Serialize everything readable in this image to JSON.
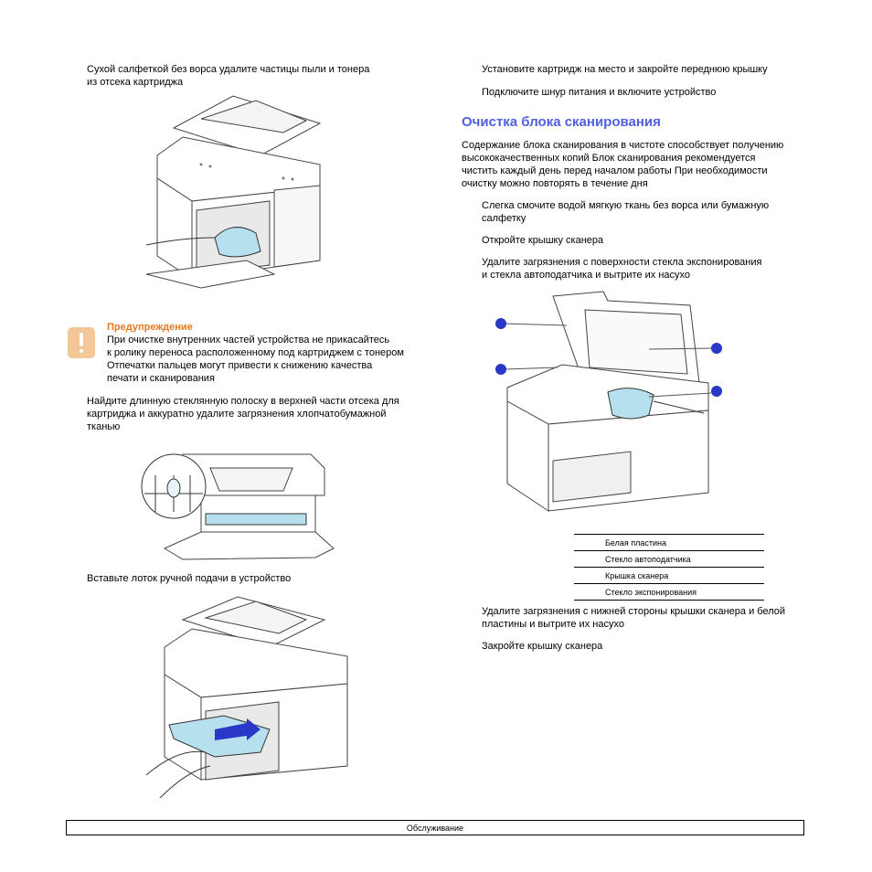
{
  "left": {
    "p1": [
      "Сухой салфеткой без ворса удалите частицы пыли и тонера",
      "из отсека картриджа"
    ],
    "warning": {
      "title": "Предупреждение",
      "lines": [
        "При очистке внутренних частей устройства не прикасайтесь",
        "к ролику переноса  расположенному под картриджем с тонером",
        "Отпечатки пальцев могут привести к снижению качества",
        "печати и сканирования"
      ]
    },
    "p2": [
      "Найдите длинную стеклянную полоску в верхней части отсека для",
      "картриджа и аккуратно удалите загрязнения хлопчатобумажной",
      "тканью"
    ],
    "p3": [
      "Вставьте лоток ручной подачи в устройство"
    ]
  },
  "right": {
    "p1": [
      "Установите картридж на место и закройте переднюю крышку"
    ],
    "p2": [
      "Подключите шнур питания и включите устройство"
    ],
    "heading": "Очистка блока сканирования",
    "intro": [
      "Содержание блока сканирования в чистоте способствует получению",
      "высококачественных копий  Блок сканирования рекомендуется",
      "чистить каждый день перед началом работы  При необходимости",
      "очистку можно повторять в течение дня"
    ],
    "s1": [
      "Слегка смочите водой мягкую ткань без ворса или бумажную",
      "салфетку"
    ],
    "s2": [
      "Откройте крышку сканера"
    ],
    "s3": [
      "Удалите загрязнения с поверхности стекла экспонирования",
      "и стекла автоподатчика и вытрите их насухо"
    ],
    "legend": [
      "Белая пластина",
      "Стекло автоподатчика",
      "Крышка сканера",
      "Стекло экспонирования"
    ],
    "s4": [
      "Удалите загрязнения с нижней стороны крышки сканера и белой",
      "пластины и вытрите их насухо"
    ],
    "s5": [
      "Закройте крышку сканера"
    ]
  },
  "footer": "Обслуживание",
  "colors": {
    "heading": "#4f5fe0",
    "warning": "#e87a1e",
    "callout": "#2a38c9",
    "cloth": "#b7e0ef"
  }
}
